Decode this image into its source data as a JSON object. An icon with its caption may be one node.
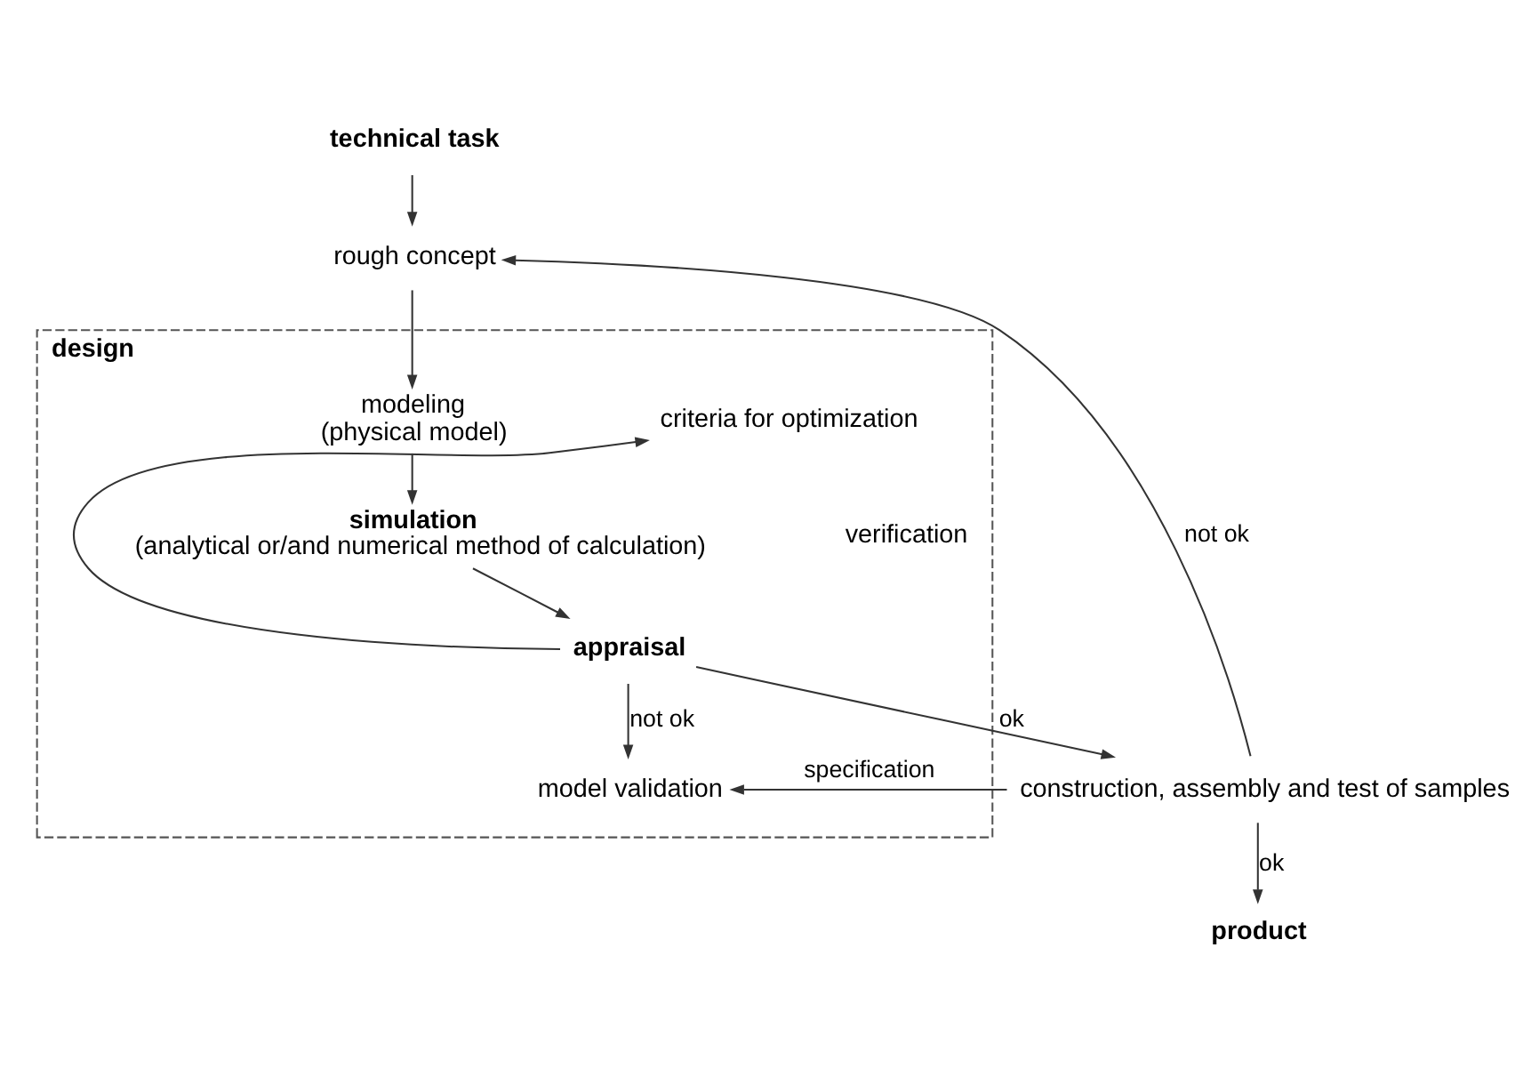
{
  "diagram": {
    "nodes": [
      {
        "text": [
          "design"
        ]
      },
      {
        "text": [
          "technical task"
        ]
      },
      {
        "text": [
          "rough concept"
        ]
      },
      {
        "text": [
          "modeling",
          "(physical model)"
        ],
        "in": 0
      },
      {
        "text": [
          "simulation",
          "(analytical or/and numerical method of calculation)"
        ],
        "in": 0
      },
      {
        "text": [
          "appraisal"
        ],
        "in": 0
      },
      {
        "text": [
          "model validation"
        ],
        "in": 0
      },
      {
        "text": [
          "criteria for optimization"
        ],
        "in": 0
      },
      {
        "text": [
          "construction, assembly and test of samples"
        ]
      },
      {
        "text": [
          "product"
        ]
      }
    ],
    "edges": [
      {
        "from": 1,
        "to": 2,
        "arrow": "to"
      },
      {
        "from": 2,
        "to": 3,
        "arrow": "to"
      },
      {
        "from": 3,
        "to": 4,
        "arrow": "to"
      },
      {
        "from": 4,
        "to": 5,
        "arrow": "to"
      },
      {
        "from": 5,
        "to": 8,
        "arrow": "to",
        "label": "ok"
      },
      {
        "from": 8,
        "to": 9,
        "arrow": "to",
        "label": "ok"
      },
      {
        "from": 5,
        "to": 6,
        "arrow": "to",
        "label": "not ok"
      },
      {
        "from": 5,
        "to": 7,
        "arrow": "to"
      },
      {
        "from": 8,
        "to": 2,
        "arrow": "to",
        "label": "not ok"
      },
      {
        "from": 8,
        "to": 6,
        "arrow": "to",
        "label": "specification"
      }
    ],
    "labels": [
      "verification"
    ]
  }
}
